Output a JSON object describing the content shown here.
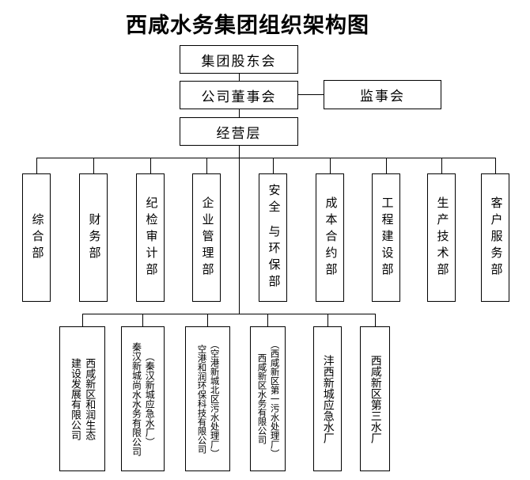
{
  "title": "西咸水务集团组织架构图",
  "governance": {
    "shareholders": "集团股东会",
    "board": "公司董事会",
    "supervisory": "监事会",
    "management": "经营层"
  },
  "departments": [
    {
      "label": "综合部"
    },
    {
      "label": "财务部"
    },
    {
      "label": "纪检审计部"
    },
    {
      "label": "企业管理部"
    },
    {
      "label": "安全 与环保部"
    },
    {
      "label": "成本合约部"
    },
    {
      "label": "工程建设部"
    },
    {
      "label": "生产技术部"
    },
    {
      "label": "客户服务部"
    }
  ],
  "subsidiaries": [
    {
      "label": "西咸新区和润生态\n建设发展有限公司"
    },
    {
      "label": "（秦汉新城应急水厂）\n秦汉新城尚水水务有限公司"
    },
    {
      "label": "（空港新城北区污水处理厂）\n空港和润环保科技有限公司"
    },
    {
      "label": "（西咸新区第一污水处理厂）\n西咸新区水务有限公司"
    },
    {
      "label": "沣西新城应急水厂"
    },
    {
      "label": "西咸新区第三水厂"
    }
  ],
  "colors": {
    "line": "#000000",
    "background": "#ffffff",
    "text": "#000000"
  }
}
